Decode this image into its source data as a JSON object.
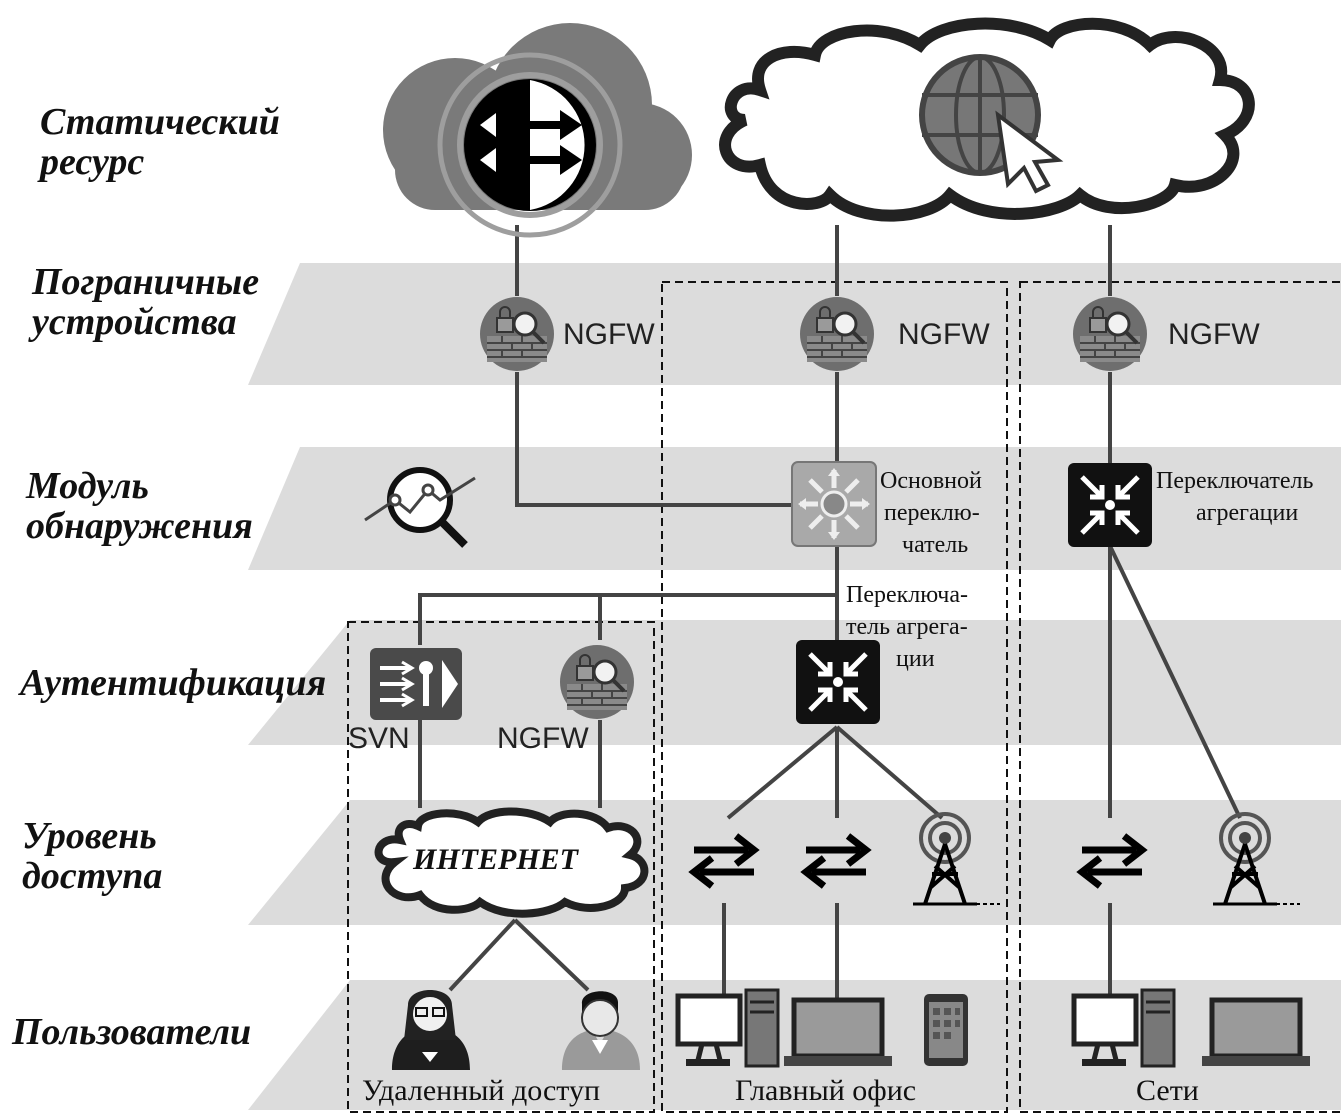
{
  "layers": {
    "static_resource": [
      "Статический",
      "ресурс"
    ],
    "edge_devices": [
      "Пограничные",
      "устройства"
    ],
    "detection": [
      "Модуль",
      "обнаружения"
    ],
    "authentication": "Аутентификация",
    "access": [
      "Уровень",
      "доступа"
    ],
    "users": "Пользователи"
  },
  "devices": {
    "ngfw_left": "NGFW",
    "ngfw_center": "NGFW",
    "ngfw_right": "NGFW",
    "ngfw_auth": "NGFW",
    "svn": "SVN",
    "core_switch": [
      "Основной",
      "переклю-",
      "чатель"
    ],
    "aggregation_switch_center": [
      "Переключа-",
      "тель агрега-",
      "ции"
    ],
    "aggregation_switch_right": [
      "Переключатель",
      "агрегации"
    ],
    "internet": "ИНТЕРНЕТ"
  },
  "zones": {
    "remote": "Удаленный доступ",
    "main_office": "Главный офис",
    "networks": "Сети"
  },
  "colors": {
    "band": "#dcdcdc",
    "line": "#444444",
    "ngfw_fill": "#6e6e6e",
    "core_switch": "#a9a9a9",
    "dark_switch": "#111111"
  },
  "icons": [
    "cloud-exchange-icon",
    "globe-cursor-icon",
    "firewall-icon",
    "magnifier-chart-icon",
    "core-switch-icon",
    "aggregation-switch-icon",
    "svn-gateway-icon",
    "internet-cloud-icon",
    "switch-arrows-icon",
    "wireless-tower-icon",
    "desktop-pc-icon",
    "laptop-icon",
    "smartphone-icon",
    "woman-user-icon",
    "man-user-icon"
  ]
}
